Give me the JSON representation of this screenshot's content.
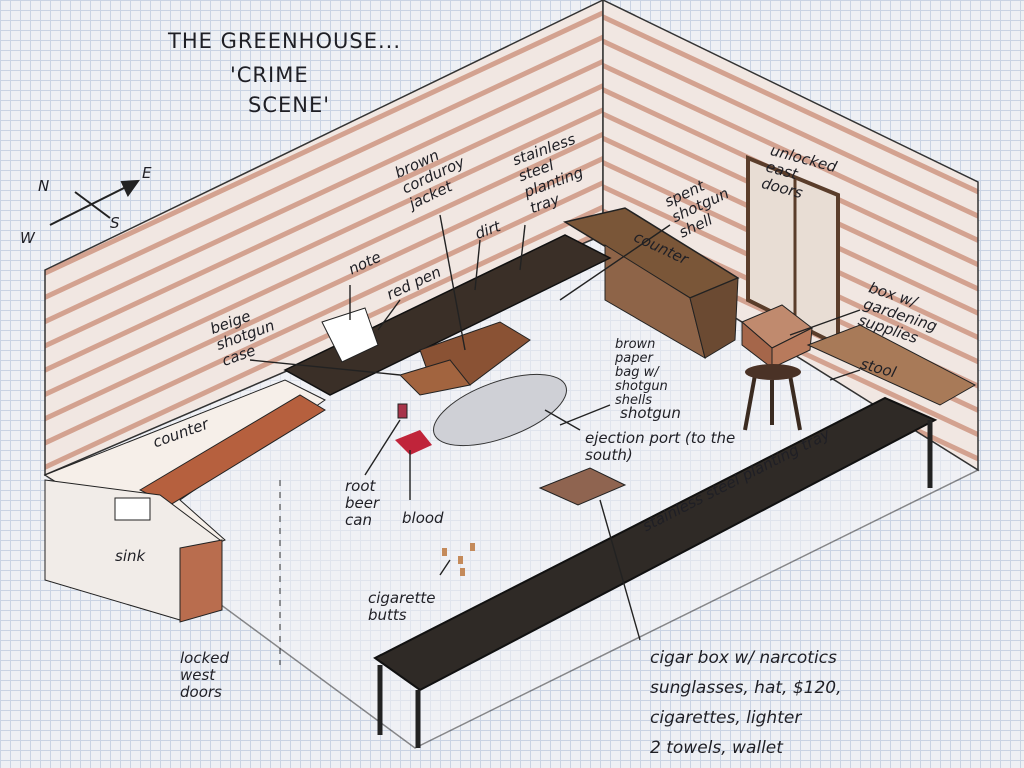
{
  "title": {
    "line1": "THE GREENHOUSE...",
    "line2": "'CRIME",
    "line3": "SCENE'"
  },
  "compass": {
    "n": "N",
    "e": "E",
    "s": "S",
    "w": "W"
  },
  "labels": {
    "brown_jacket": "brown\ncorduroy\njacket",
    "stainless_tray_back": "stainless\nsteel\nplanting\ntray",
    "dirt": "dirt",
    "spent_shell": "spent\nshotgun\nshell",
    "counter_back": "counter",
    "unlocked_doors": "unlocked\neast\ndoors",
    "box_gardening": "box w/\ngardening\nsupplies",
    "stool": "stool",
    "note": "note",
    "red_pen": "red pen",
    "beige_case": "beige\nshotgun\ncase",
    "brown_bag": "brown\npaper\nbag w/\nshotgun\nshells",
    "shotgun": "shotgun",
    "ejection_port": "ejection port (to the\nsouth)",
    "counter_left": "counter",
    "root_beer": "root\nbeer\ncan",
    "blood": "blood",
    "sink": "sink",
    "stainless_tray_front": "stainless steel planting tray",
    "cigarette_butts": "cigarette\nbutts",
    "locked_west": "locked\nwest\ndoors",
    "cigar_box": "cigar box w/ narcotics\nsunglasses, hat, $120,\ncigarettes, lighter\n2 towels, wallet"
  },
  "colors": {
    "wall_stripe": "#c98a74",
    "wood": "#6b4a32",
    "tray": "#2e2a26",
    "blood": "#c0243a"
  }
}
